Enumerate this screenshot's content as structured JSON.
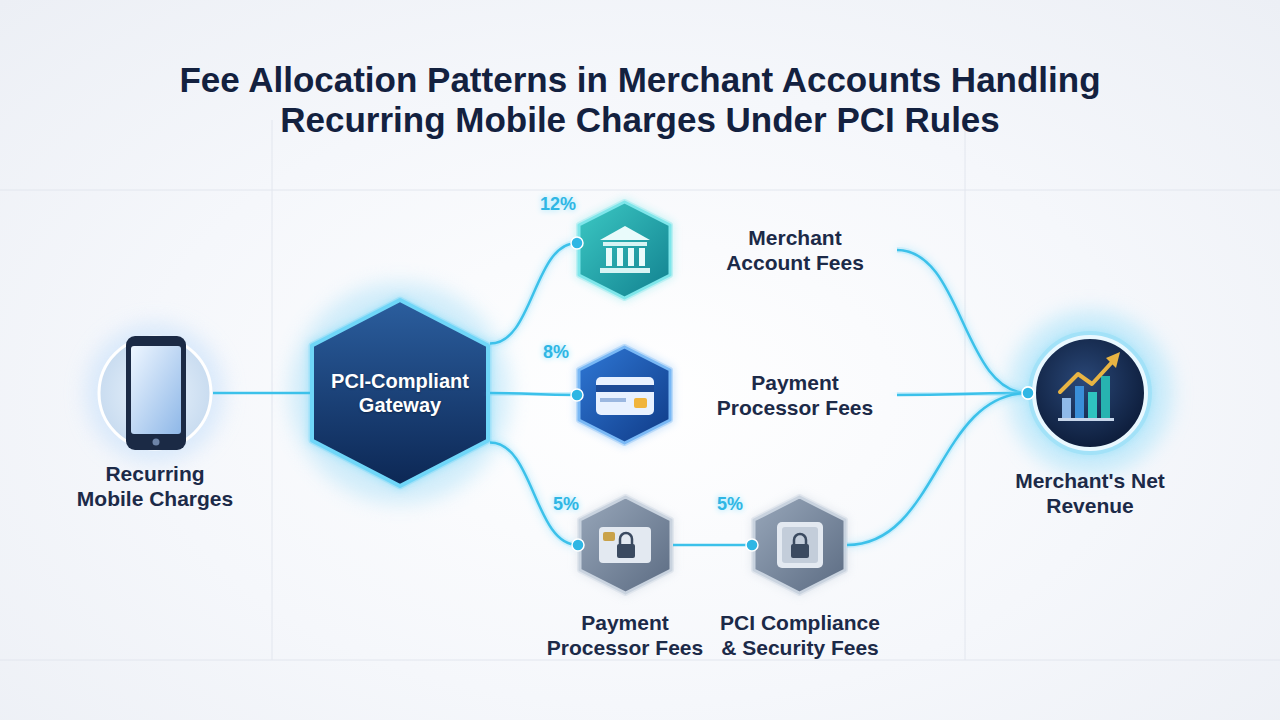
{
  "diagram": {
    "title": "Fee Allocation Patterns in Merchant Accounts Handling Recurring Mobile Charges Under PCI Rules",
    "nodes": [
      {
        "text": [
          "Recurring Mobile Charges"
        ]
      },
      {
        "text": [
          "PCI-Compliant Gateway"
        ]
      },
      {
        "text": [
          "Merchant Account Fees"
        ]
      },
      {
        "text": [
          "Payment Processor Fees"
        ]
      },
      {
        "text": [
          "Payment Processor Fees"
        ]
      },
      {
        "text": [
          "PCI Compliance & Security Fees"
        ]
      },
      {
        "text": [
          "Merchant's Net Revenue"
        ]
      }
    ],
    "edges": [
      {
        "from": 0,
        "to": 1,
        "arrow": "none"
      },
      {
        "from": 1,
        "to": 2,
        "label": "12%",
        "arrow": "none"
      },
      {
        "from": 1,
        "to": 3,
        "label": "8%",
        "arrow": "none"
      },
      {
        "from": 1,
        "to": 4,
        "label": "5%",
        "arrow": "none"
      },
      {
        "from": 4,
        "to": 5,
        "label": "5%",
        "arrow": "none"
      },
      {
        "from": 2,
        "to": 6,
        "arrow": "none"
      },
      {
        "from": 3,
        "to": 6,
        "arrow": "none"
      },
      {
        "from": 5,
        "to": 6,
        "arrow": "none"
      }
    ]
  }
}
